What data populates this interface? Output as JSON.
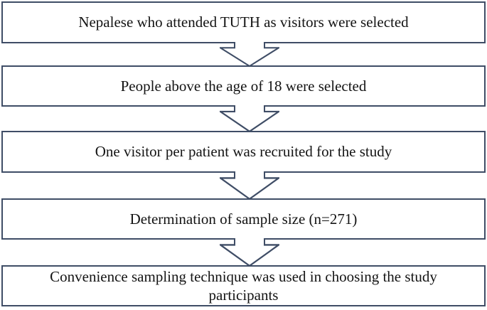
{
  "diagram": {
    "type": "flowchart",
    "direction": "top-down",
    "connector_style": "hollow-notched-down-arrow",
    "steps": [
      "Nepalese who attended TUTH as visitors were selected",
      "People above the age of 18 were selected",
      "One visitor per patient was recruited for the study",
      "Determination of sample size (n=271)",
      "Convenience sampling technique was used in choosing the study participants"
    ],
    "sample_size_label": "n=271"
  },
  "colors": {
    "box_border": "#3f4d66",
    "arrow_outline": "#3f4d66",
    "text": "#141414",
    "background": "#ffffff"
  }
}
